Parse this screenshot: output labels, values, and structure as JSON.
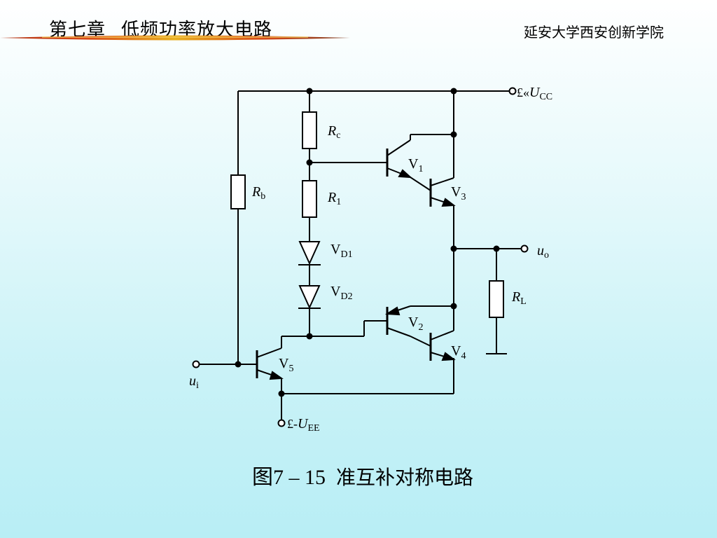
{
  "header": {
    "chapter": "第七章",
    "topic": "低频功率放大电路",
    "institution": "延安大学西安创新学院"
  },
  "diagram": {
    "vcc": {
      "prefix": "£«",
      "symbol": "U",
      "sub": "CC"
    },
    "vee": {
      "prefix": "£-",
      "symbol": "U",
      "sub": "EE"
    },
    "rc": {
      "symbol": "R",
      "sub": "c"
    },
    "r1": {
      "symbol": "R",
      "sub": "1"
    },
    "rb": {
      "symbol": "R",
      "sub": "b"
    },
    "rl": {
      "symbol": "R",
      "sub": "L"
    },
    "vd1": {
      "symbol": "V",
      "sub": "D1"
    },
    "vd2": {
      "symbol": "V",
      "sub": "D2"
    },
    "v1": {
      "symbol": "V",
      "sub": "1"
    },
    "v2": {
      "symbol": "V",
      "sub": "2"
    },
    "v3": {
      "symbol": "V",
      "sub": "3"
    },
    "v4": {
      "symbol": "V",
      "sub": "4"
    },
    "v5": {
      "symbol": "V",
      "sub": "5"
    },
    "ui": {
      "symbol": "u",
      "sub": "i"
    },
    "uo": {
      "symbol": "u",
      "sub": "o"
    }
  },
  "caption": {
    "figure": "图7 – 15",
    "title": "准互补对称电路"
  },
  "colors": {
    "line": "#000000",
    "rule_red": "#cc2200",
    "rule_gold": "#e8b020"
  }
}
